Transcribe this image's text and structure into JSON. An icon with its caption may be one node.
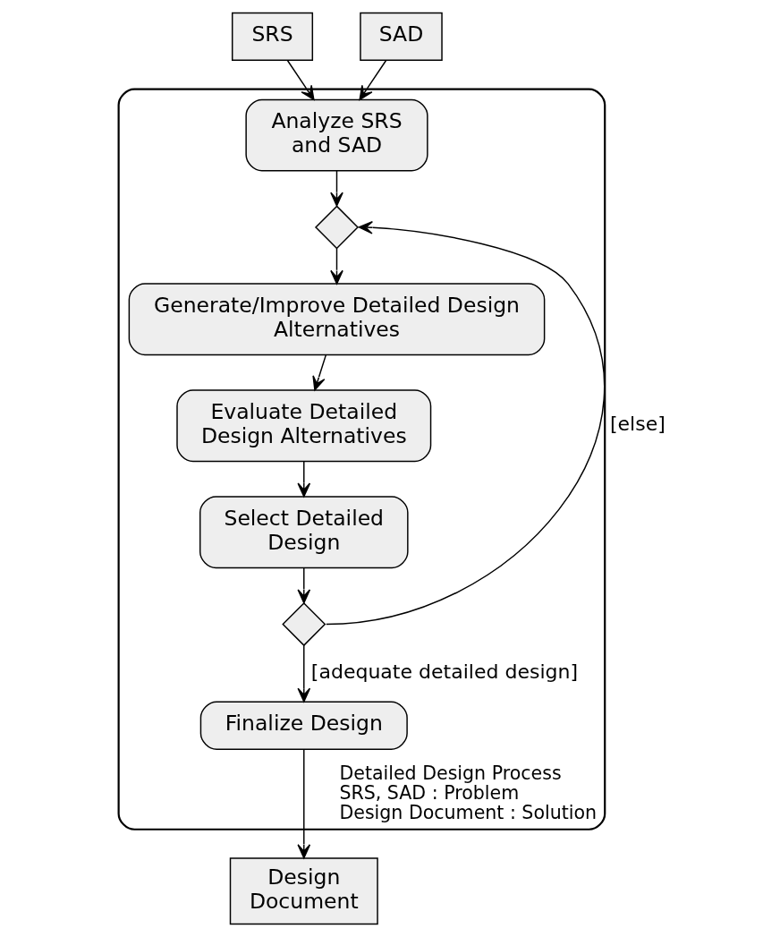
{
  "diagram": {
    "nodes": [
      {
        "text": [
          "Detailed Design Process",
          "SRS, SAD : Problem",
          "Design Document : Solution"
        ]
      },
      {
        "text": [
          "SRS"
        ]
      },
      {
        "text": [
          "SAD"
        ]
      },
      {
        "text": [
          "Analyze SRS and SAD"
        ],
        "in": 0
      },
      {
        "text": [],
        "shape": "diamond",
        "in": 0
      },
      {
        "text": [
          "Generate/Improve Detailed Design Alternatives"
        ],
        "in": 0
      },
      {
        "text": [
          "Evaluate Detailed Design Alternatives"
        ],
        "in": 0
      },
      {
        "text": [
          "Select Detailed Design"
        ],
        "in": 0
      },
      {
        "text": [],
        "shape": "diamond",
        "in": 0
      },
      {
        "text": [
          "Finalize Design"
        ],
        "in": 0
      },
      {
        "text": [
          "Design Document"
        ]
      }
    ],
    "edges": [
      {
        "from": 1,
        "to": 3,
        "arrow": "to"
      },
      {
        "from": 2,
        "to": 3,
        "arrow": "to"
      },
      {
        "from": 3,
        "to": 4,
        "arrow": "to"
      },
      {
        "from": 4,
        "to": 5,
        "arrow": "to"
      },
      {
        "from": 5,
        "to": 6,
        "arrow": "to"
      },
      {
        "from": 6,
        "to": 7,
        "arrow": "to"
      },
      {
        "from": 7,
        "to": 8,
        "arrow": "to"
      },
      {
        "from": 8,
        "to": 4,
        "arrow": "to",
        "label": "[else]"
      },
      {
        "from": 8,
        "to": 9,
        "arrow": "to",
        "label": "[adequate detailed design]"
      },
      {
        "from": 9,
        "to": 10,
        "arrow": "to"
      }
    ]
  }
}
